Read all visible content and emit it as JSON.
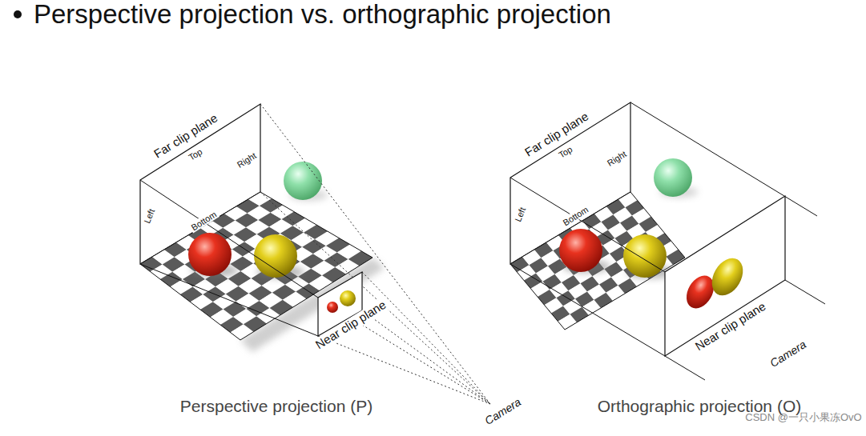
{
  "diagram": {
    "title": "Perspective projection vs. orthographic projection",
    "labels": [
      "Far clip plane",
      "Top",
      "Right",
      "Left",
      "Bottom",
      "Near clip plane",
      "Perspective projection (P)",
      "Camera",
      "Far clip plane",
      "Top",
      "Right",
      "Left",
      "Bottom",
      "Near clip plane",
      "Orthographic projection (O)",
      "Camera",
      "CSDN @一只小果冻OvO"
    ]
  }
}
